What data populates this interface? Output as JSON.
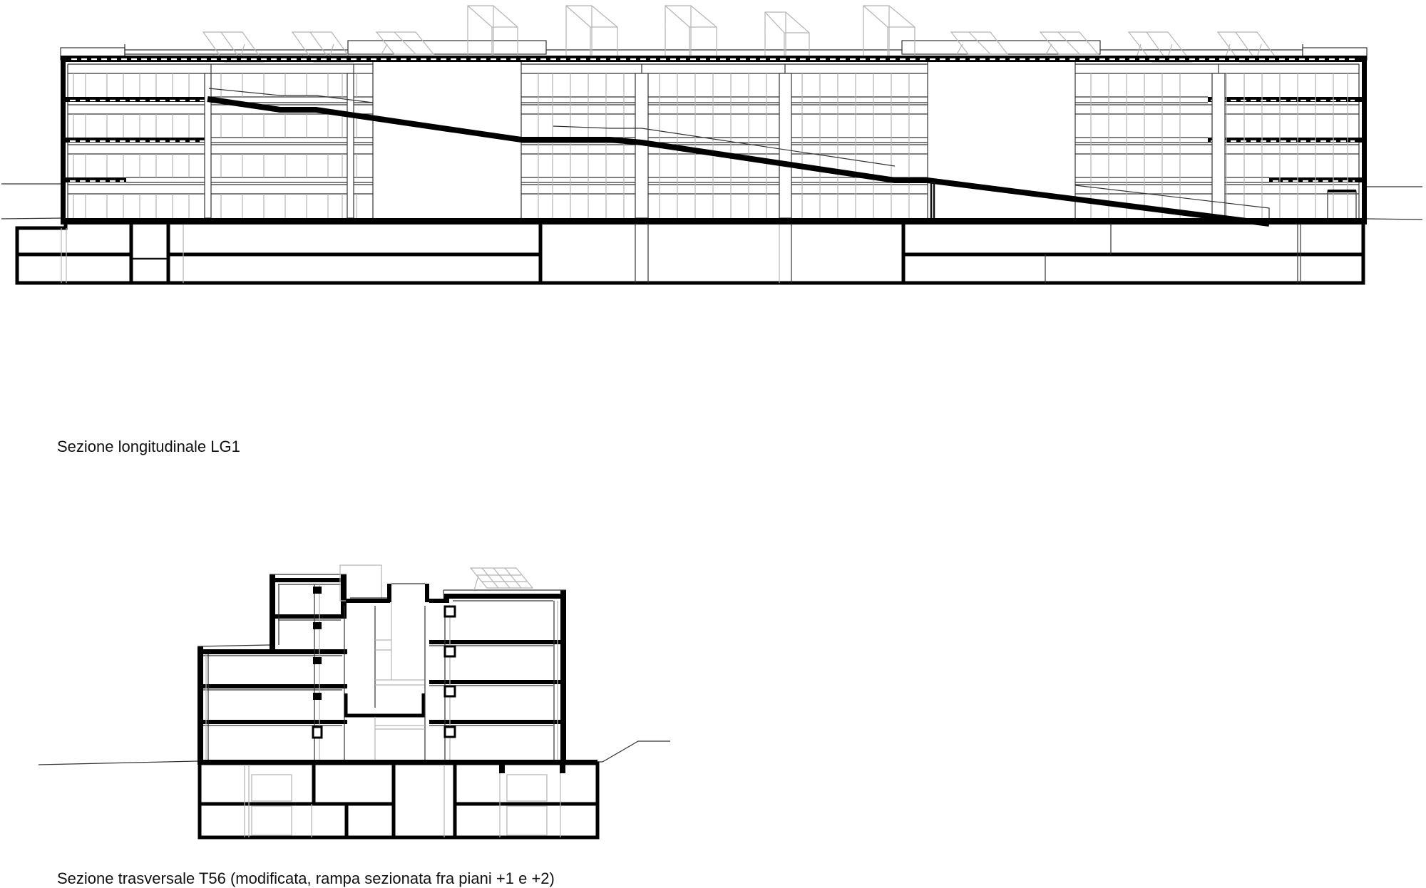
{
  "drawing": {
    "longitudinal_section": {
      "caption": "Sezione longitudinale LG1",
      "floors_above_ground": 4,
      "basement_levels": 2,
      "atria": 2,
      "roof_skylights": 5,
      "roof_solar_panel_groups": 7
    },
    "transverse_section": {
      "caption": "Sezione trasversale T56 (modificata, rampa sezionata fra piani +1 e +2)",
      "left_block_floors": 3,
      "tower_floors": 2,
      "right_block_floors": 4,
      "basement_levels": 2
    },
    "colors": {
      "background": "#ffffff",
      "cut_lines": "#000000",
      "projection_lines": "#b5b5b5"
    }
  }
}
